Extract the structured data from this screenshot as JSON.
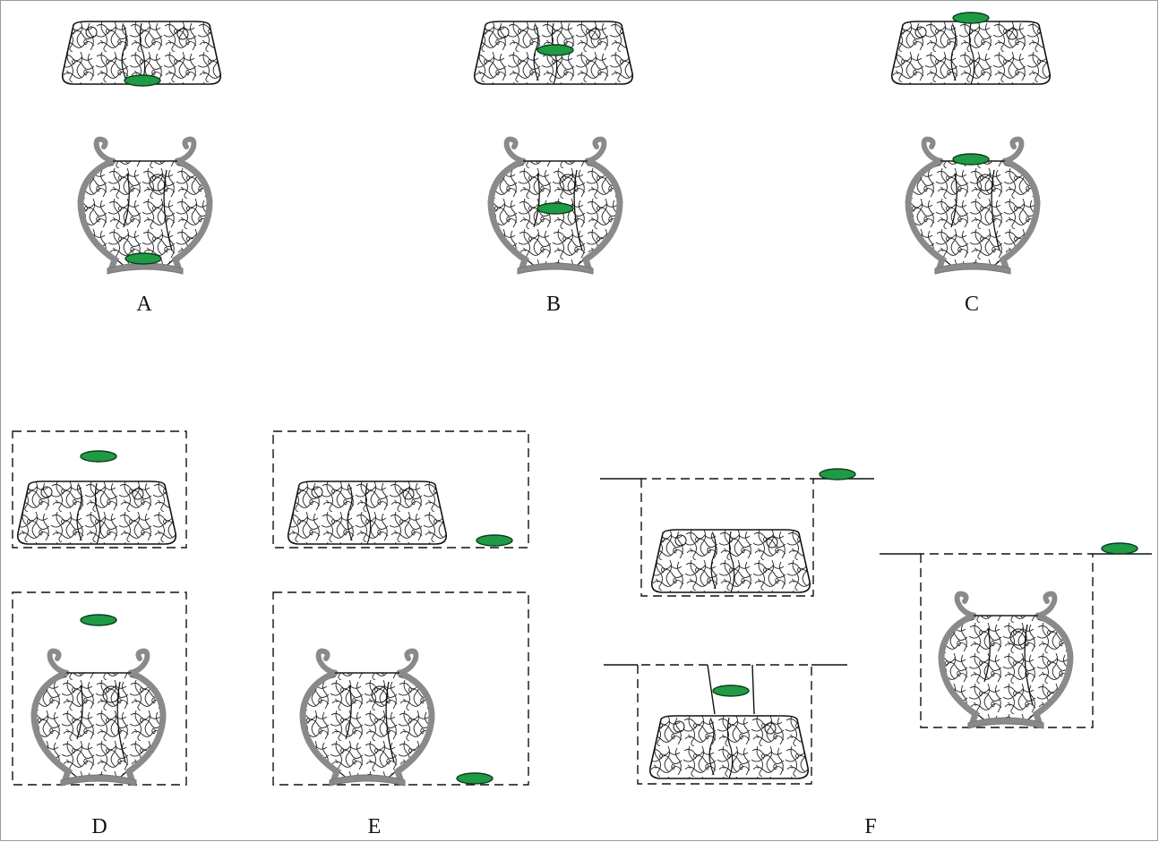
{
  "figure": {
    "panel_labels": [
      "A",
      "B",
      "C",
      "D",
      "E",
      "F"
    ]
  },
  "colors": {
    "marker_fill": "#1f9a45",
    "marker_stroke": "#0b3d1a",
    "bone_wall": "#8a8a8a",
    "line": "#111111"
  }
}
